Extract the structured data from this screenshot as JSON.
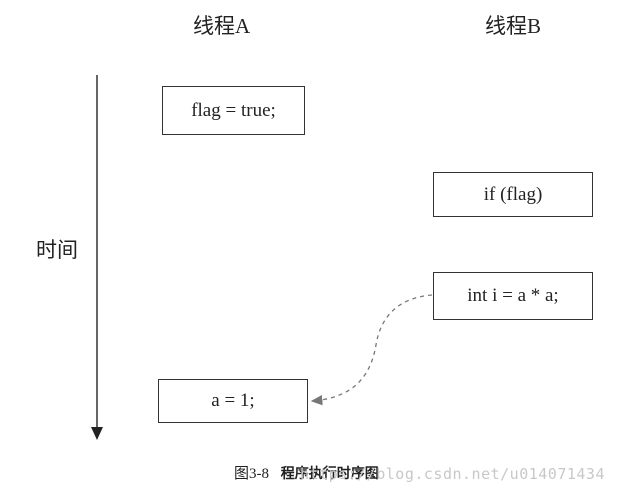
{
  "headers": {
    "thread_a": "线程A",
    "thread_b": "线程B"
  },
  "time_label": "时间",
  "boxes": {
    "flag_true": "flag = true;",
    "if_flag": "if (flag)",
    "int_i": "int i = a * a;",
    "a_eq_1": "a = 1;"
  },
  "caption": {
    "number": "图3-8",
    "title": "程序执行时序图"
  },
  "watermark": "https://blog.csdn.net/u014071434",
  "colors": {
    "line": "#333333",
    "dashed_arrow": "#777777",
    "watermark": "#c8c8c8"
  }
}
